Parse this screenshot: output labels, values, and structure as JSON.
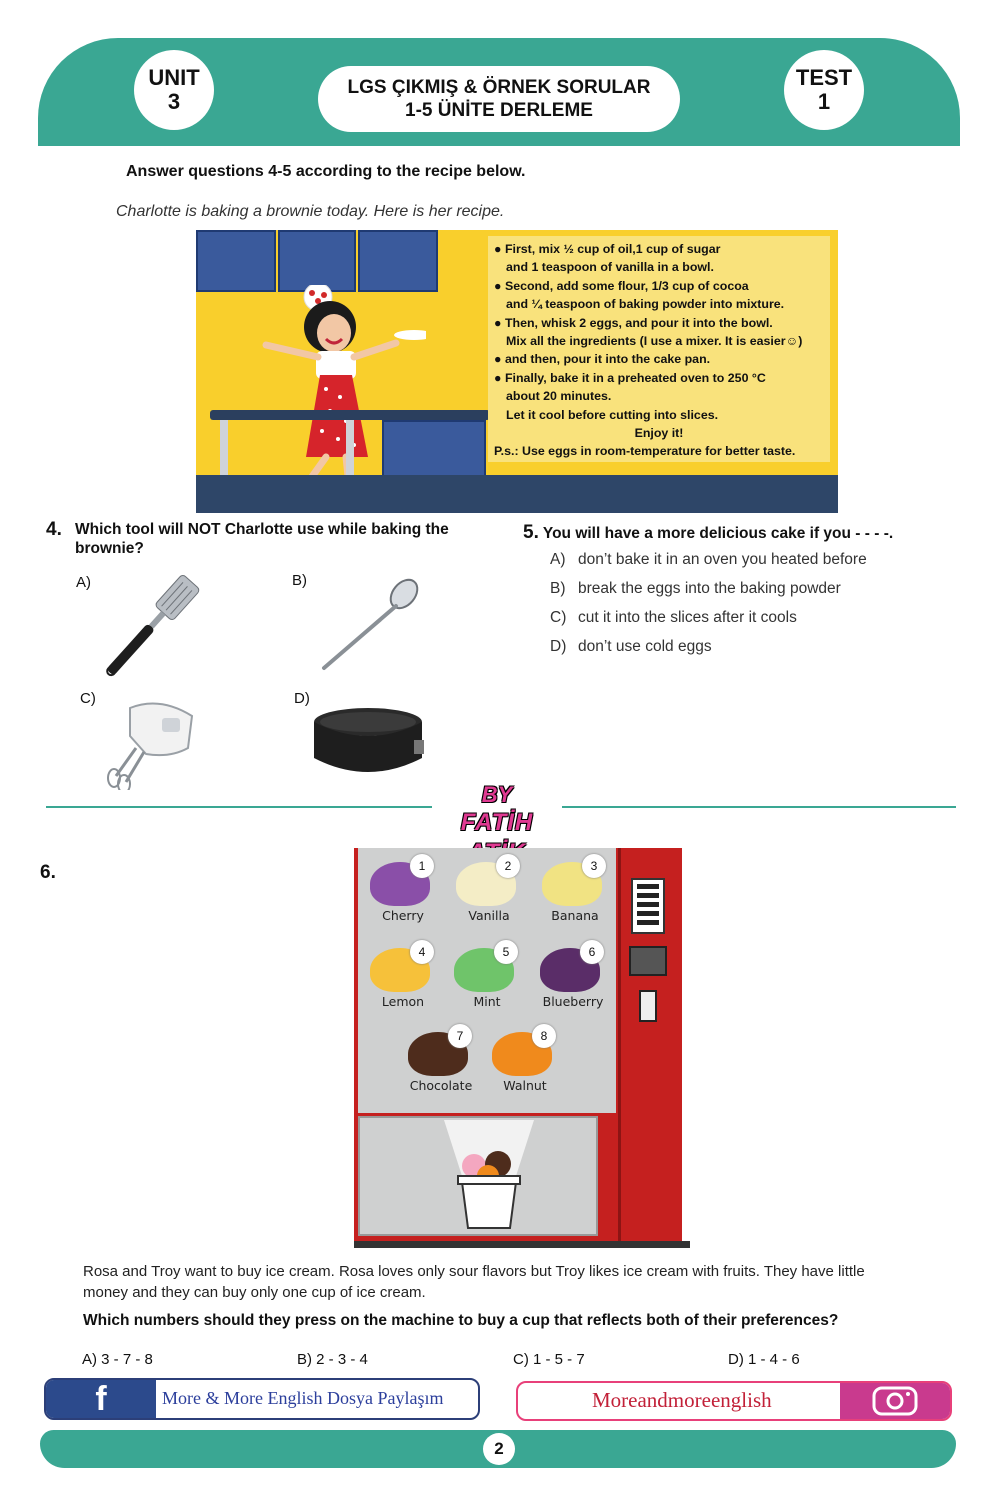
{
  "header": {
    "unit_label": "UNIT",
    "unit_number": "3",
    "title_line1": "LGS ÇIKMIŞ & ÖRNEK SORULAR",
    "title_line2": "1-5 ÜNİTE DERLEME",
    "test_label": "TEST",
    "test_number": "1"
  },
  "instruction": "Answer questions 4-5 according to the recipe below.",
  "intro": "Charlotte is baking a brownie today. Here is her recipe.",
  "recipe": {
    "lines": [
      "First, mix ½ cup of oil,1 cup of sugar",
      "and 1 teaspoon of vanilla in a bowl.",
      "Second, add some flour, 1/3 cup of cocoa",
      "and ¼ teaspoon of baking powder into mixture.",
      "Then, whisk 2 eggs, and pour it into the bowl.",
      "Mix all the ingredients (I use a mixer. It is easier☺)",
      "and then, pour it into the cake pan.",
      "Finally, bake it in a preheated oven to  250 °C",
      "about 20 minutes.",
      "Let it cool before cutting into slices.",
      "Enjoy it!",
      "P.s.: Use eggs in room-temperature for better taste."
    ]
  },
  "q4": {
    "number": "4.",
    "text": "Which tool will NOT Charlotte use while baking the brownie?",
    "options": [
      "A)",
      "B)",
      "C)",
      "D)"
    ]
  },
  "q5": {
    "number": "5.",
    "text": "You will have a more delicious cake if you - - - -.",
    "options": [
      {
        "letter": "A)",
        "text": "don’t bake it in an oven you heated before"
      },
      {
        "letter": "B)",
        "text": "break the eggs into the baking powder"
      },
      {
        "letter": "C)",
        "text": "cut it into the slices after it cools"
      },
      {
        "letter": "D)",
        "text": "don’t use cold eggs"
      }
    ]
  },
  "by_logo": {
    "by": "BY",
    "name": "FATİH ATİK"
  },
  "q6": {
    "number": "6.",
    "flavors": [
      {
        "num": "1",
        "name": "Cherry",
        "color": "#8a4fa8"
      },
      {
        "num": "2",
        "name": "Vanilla",
        "color": "#f4edc6"
      },
      {
        "num": "3",
        "name": "Banana",
        "color": "#f1e383"
      },
      {
        "num": "4",
        "name": "Lemon",
        "color": "#f6c13a"
      },
      {
        "num": "5",
        "name": "Mint",
        "color": "#6fc46a"
      },
      {
        "num": "6",
        "name": "Blueberry",
        "color": "#5a2d68"
      },
      {
        "num": "7",
        "name": "Chocolate",
        "color": "#4e2c1c"
      },
      {
        "num": "8",
        "name": "Walnut",
        "color": "#f08a1c"
      }
    ],
    "text": "Rosa and Troy want to buy ice cream. Rosa loves only sour flavors but Troy likes ice cream with fruits. They have little money and they can buy only one cup of ice cream.",
    "question": "Which numbers should they press on the machine to buy a cup that reflects both of their preferences?",
    "options": [
      "A) 3 - 7 - 8",
      "B) 2 - 3 - 4",
      "C) 1 - 5 - 7",
      "D) 1 - 4 - 6"
    ]
  },
  "social": {
    "facebook_text": "More & More English Dosya Paylaşım",
    "instagram_text": "Moreandmoreenglish"
  },
  "footer": {
    "page_number": "2"
  },
  "colors": {
    "teal": "#3aa793",
    "machine_red": "#c5201f",
    "kitchen_yellow": "#f9cf2c"
  }
}
